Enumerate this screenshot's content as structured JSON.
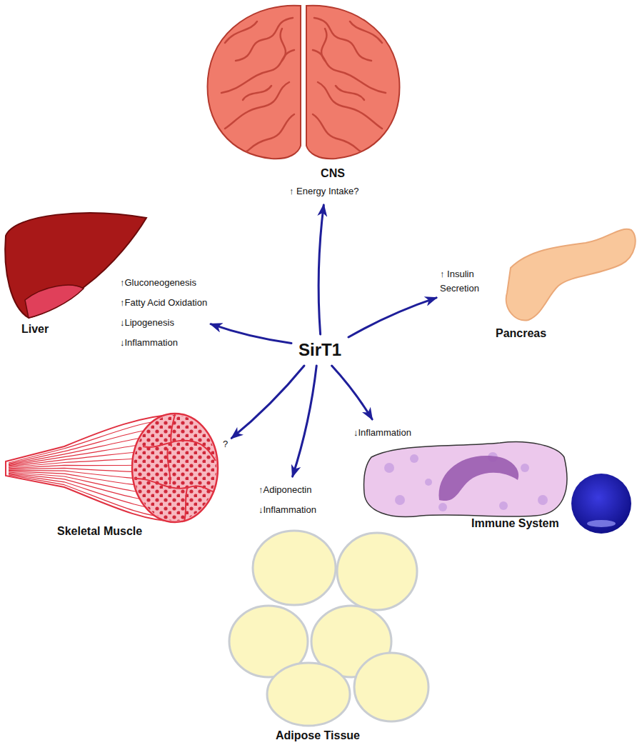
{
  "diagram": {
    "nodes": [
      {
        "text": [
          "CNS",
          "↑ Energy Intake?"
        ]
      },
      {
        "text": [
          "Liver",
          "↑Gluconeogenesis",
          "↑Fatty Acid Oxidation",
          "↓Lipogenesis",
          "↓Inflammation"
        ]
      },
      {
        "text": [
          "Pancreas",
          "↑ Insulin Secretion"
        ]
      },
      {
        "text": [
          "SirT1"
        ]
      },
      {
        "text": [
          "Skeletal Muscle",
          "?"
        ]
      },
      {
        "text": [
          "Immune System",
          "↓Inflammation"
        ]
      },
      {
        "text": [
          "Adipose Tissue",
          "↑Adiponectin",
          "↓Inflammation"
        ]
      }
    ],
    "edges": [
      {
        "from": 3,
        "to": 0,
        "arrow": "to"
      },
      {
        "from": 3,
        "to": 1,
        "arrow": "to"
      },
      {
        "from": 3,
        "to": 2,
        "arrow": "to"
      },
      {
        "from": 3,
        "to": 4,
        "arrow": "to"
      },
      {
        "from": 3,
        "to": 5,
        "arrow": "to"
      },
      {
        "from": 3,
        "to": 6,
        "arrow": "to"
      }
    ]
  }
}
